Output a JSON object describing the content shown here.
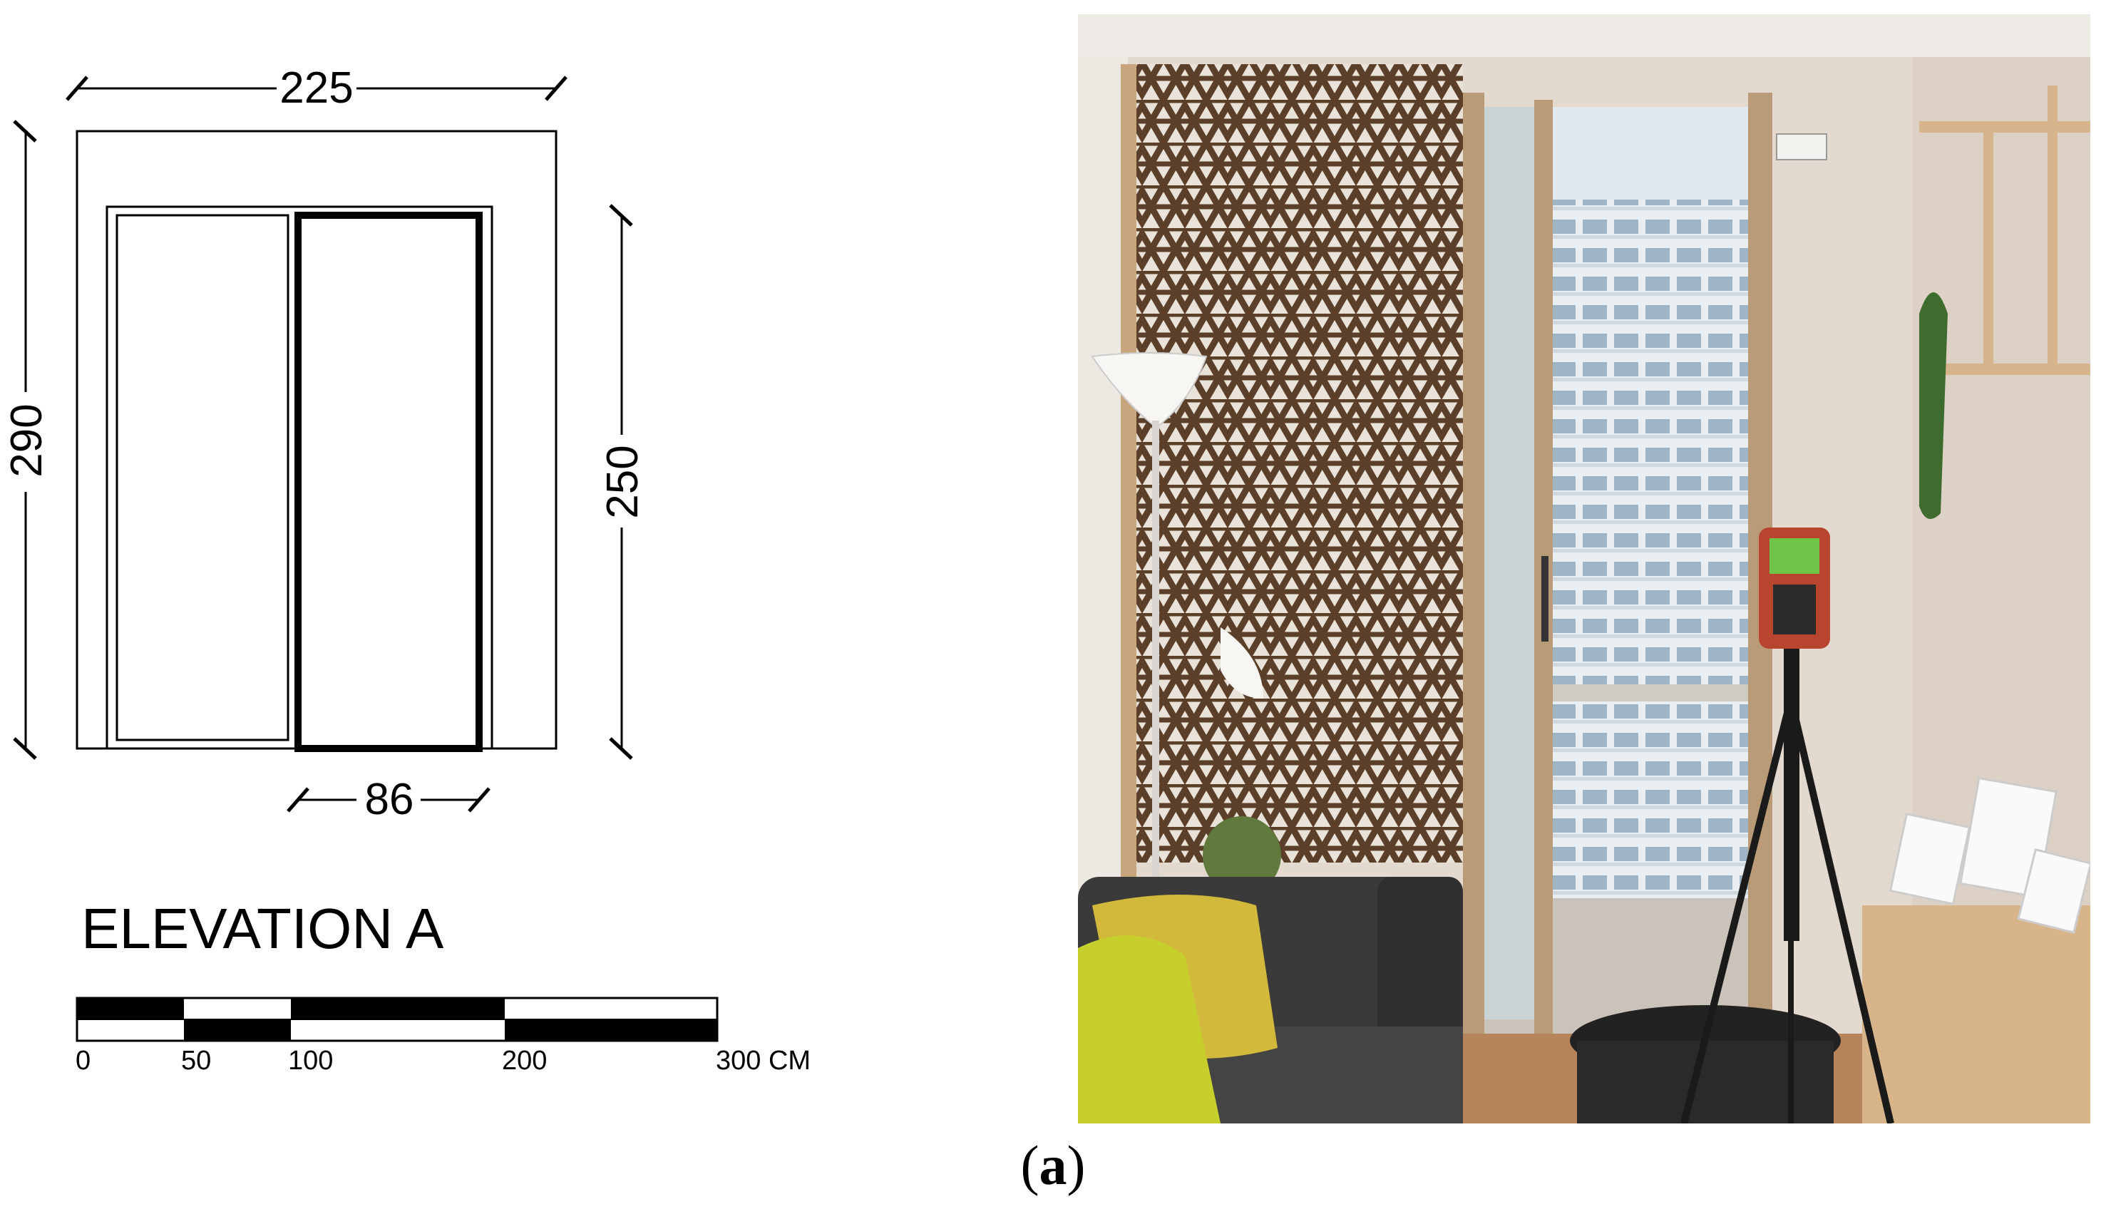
{
  "elevation": {
    "title": "ELEVATION A",
    "dimensions": {
      "overall_width": "225",
      "overall_height": "290",
      "door_height": "250",
      "panel_width": "86"
    },
    "scale_bar": {
      "labels": [
        "0",
        "50",
        "100",
        "200",
        "300 CM"
      ]
    }
  },
  "photo": {
    "description_icons": [
      "decorative-screen",
      "sliding-door",
      "floor-lamp",
      "sofa",
      "tripod-meter",
      "shelves"
    ],
    "colors": {
      "wall": "#e6dcd3",
      "screen": "#6e4d33",
      "sky": "#dfe6ea",
      "sofa": "#3b3b3b",
      "cushion": "#c9c83a",
      "wood": "#c9a57e"
    }
  },
  "caption": {
    "open": "(",
    "letter": "a",
    "close": ")"
  }
}
